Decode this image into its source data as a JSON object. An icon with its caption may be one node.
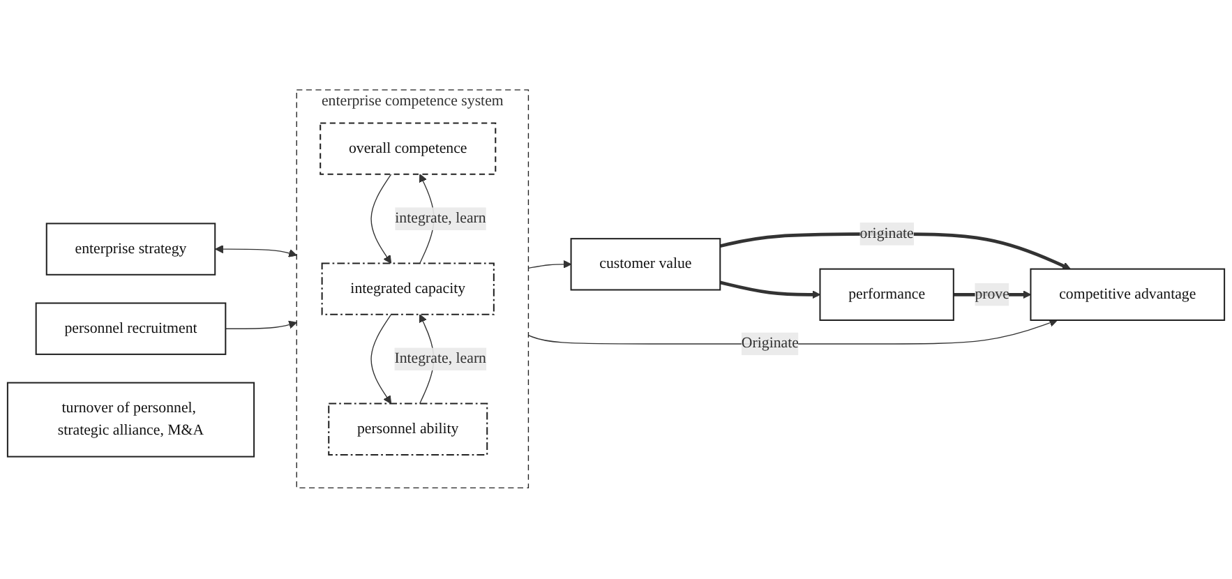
{
  "diagram": {
    "nodes": [
      {
        "text": [
          "enterprise strategy"
        ]
      },
      {
        "text": [
          "personnel recruitment"
        ]
      },
      {
        "text": [
          "enterprise competence system"
        ]
      },
      {
        "text": [
          "overall competence"
        ],
        "in": 2
      },
      {
        "text": [
          "integrated capacity"
        ],
        "in": 2
      },
      {
        "text": [
          "personnel ability"
        ],
        "in": 2
      },
      {
        "text": [
          "turnover of personnel, strategic alliance, M&A"
        ]
      },
      {
        "text": [
          "competitive advantage"
        ]
      },
      {
        "text": [
          "customer value"
        ]
      },
      {
        "text": [
          "performance"
        ]
      }
    ],
    "edges": [
      {
        "from": 0,
        "to": 2,
        "arrow": "both"
      },
      {
        "from": 1,
        "to": 2,
        "arrow": "to"
      },
      {
        "from": 4,
        "to": 3,
        "arrow": "to",
        "label": "integrate, learn"
      },
      {
        "from": 3,
        "to": 4,
        "arrow": "to"
      },
      {
        "from": 5,
        "to": 4,
        "arrow": "to",
        "label": "Integrate, learn"
      },
      {
        "from": 4,
        "to": 5,
        "arrow": "to"
      },
      {
        "from": 2,
        "to": 7,
        "arrow": "to",
        "label": "Originate"
      },
      {
        "from": 2,
        "to": 8,
        "arrow": "to"
      },
      {
        "from": 8,
        "to": 7,
        "arrow": "to",
        "label": "originate",
        "style": "thick"
      },
      {
        "from": 9,
        "to": 7,
        "arrow": "to",
        "label": "prove",
        "style": "thick"
      },
      {
        "from": 8,
        "to": 9,
        "arrow": "to",
        "style": "thick"
      }
    ]
  }
}
